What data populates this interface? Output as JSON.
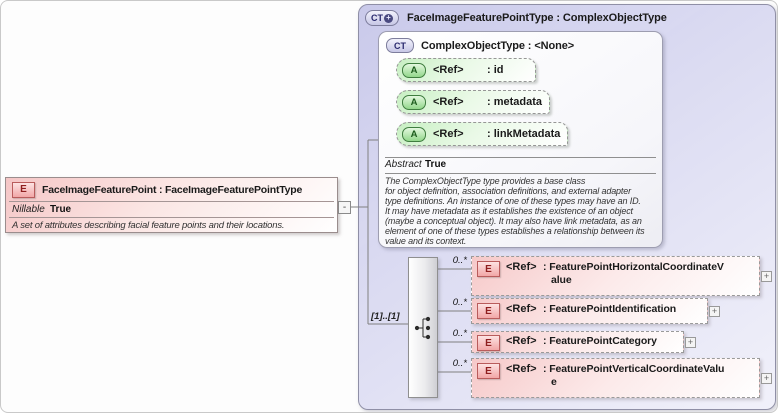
{
  "ui": {
    "expand_glyph": "+",
    "collapse_glyph": "-"
  },
  "element_box": {
    "icon_label": "E",
    "title": "FaceImageFeaturePoint : FaceImageFeaturePointType",
    "property": {
      "name": "Nillable",
      "value": "True"
    },
    "annotation": "A set of attributes describing facial feature points and their locations."
  },
  "type_box": {
    "icon_label": "CT",
    "title": "FaceImageFeaturePointType : ComplexObjectType",
    "base_type": {
      "icon_label": "CT",
      "title": "ComplexObjectType : <None>",
      "attributes": [
        {
          "icon_label": "A",
          "ref": "<Ref>",
          "name": ": id"
        },
        {
          "icon_label": "A",
          "ref": "<Ref>",
          "name": ": metadata"
        },
        {
          "icon_label": "A",
          "ref": "<Ref>",
          "name": ": linkMetadata"
        }
      ],
      "property": {
        "name": "Abstract",
        "value": "True"
      },
      "annotation_lines": [
        "The ComplexObjectType type provides a base class",
        "for object definition, association definitions, and external adapter",
        "type definitions. An instance of one of these types may have an ID.",
        "It may have metadata as it establishes the existence of an object",
        "(maybe a conceptual object). It may also have link metadata, as an",
        "element of one of these types establishes a relationship between its",
        "value and its context."
      ]
    },
    "sequence": {
      "cardinality": "[1]..[1]",
      "elements": [
        {
          "icon_label": "E",
          "ref": "<Ref>",
          "cardinality": "0..*",
          "name_lines": [
            ": FeaturePointHorizontalCoordinateV",
            "alue"
          ]
        },
        {
          "icon_label": "E",
          "ref": "<Ref>",
          "cardinality": "0..*",
          "name_lines": [
            ": FeaturePointIdentification"
          ]
        },
        {
          "icon_label": "E",
          "ref": "<Ref>",
          "cardinality": "0..*",
          "name_lines": [
            ": FeaturePointCategory"
          ]
        },
        {
          "icon_label": "E",
          "ref": "<Ref>",
          "cardinality": "0..*",
          "name_lines": [
            ": FeaturePointVerticalCoordinateValu",
            "e"
          ]
        }
      ]
    }
  }
}
